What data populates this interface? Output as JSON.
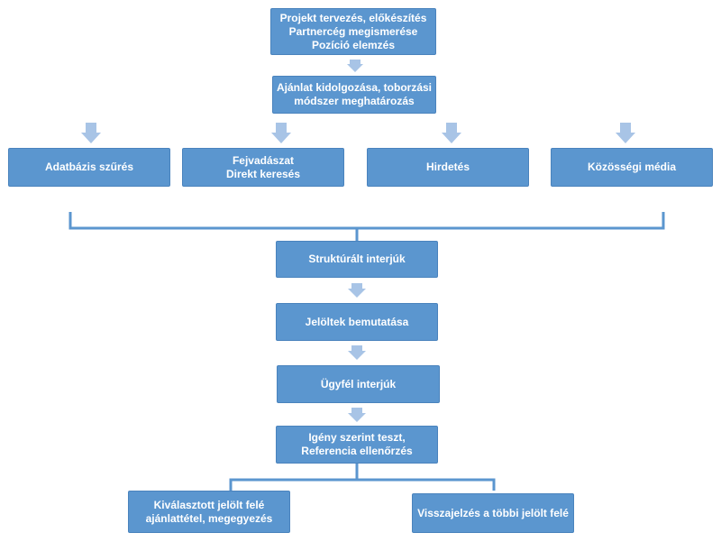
{
  "colors": {
    "box_fill": "#5b96cf",
    "box_border": "#4a83bd",
    "box_text": "#ffffff",
    "arrow": "#a8c4e6",
    "connector": "#5b96cf"
  },
  "steps": {
    "project_planning": {
      "line1": "Projekt tervezés, előkészítés",
      "line2": "Partnercég megismerése",
      "line3": "Pozíció elemzés"
    },
    "offer": {
      "line1": "Ajánlat kidolgozása, toborzási",
      "line2": "módszer meghatározás"
    },
    "methods": {
      "database": "Adatbázis szűrés",
      "headhunting_line1": "Fejvadászat",
      "headhunting_line2": "Direkt keresés",
      "advertisement": "Hirdetés",
      "social_media": "Közösségi média"
    },
    "structured_interview": "Struktúrált interjúk",
    "candidate_presentation": "Jelöltek bemutatása",
    "client_interview": "Ügyfél interjúk",
    "testing": {
      "line1": "Igény szerint teszt,",
      "line2": "Referencia ellenőrzés"
    },
    "outcomes": {
      "selected_line1": "Kiválasztott jelölt felé",
      "selected_line2": "ajánlattétel, megegyezés",
      "feedback": "Visszajelzés a többi jelölt felé"
    }
  }
}
